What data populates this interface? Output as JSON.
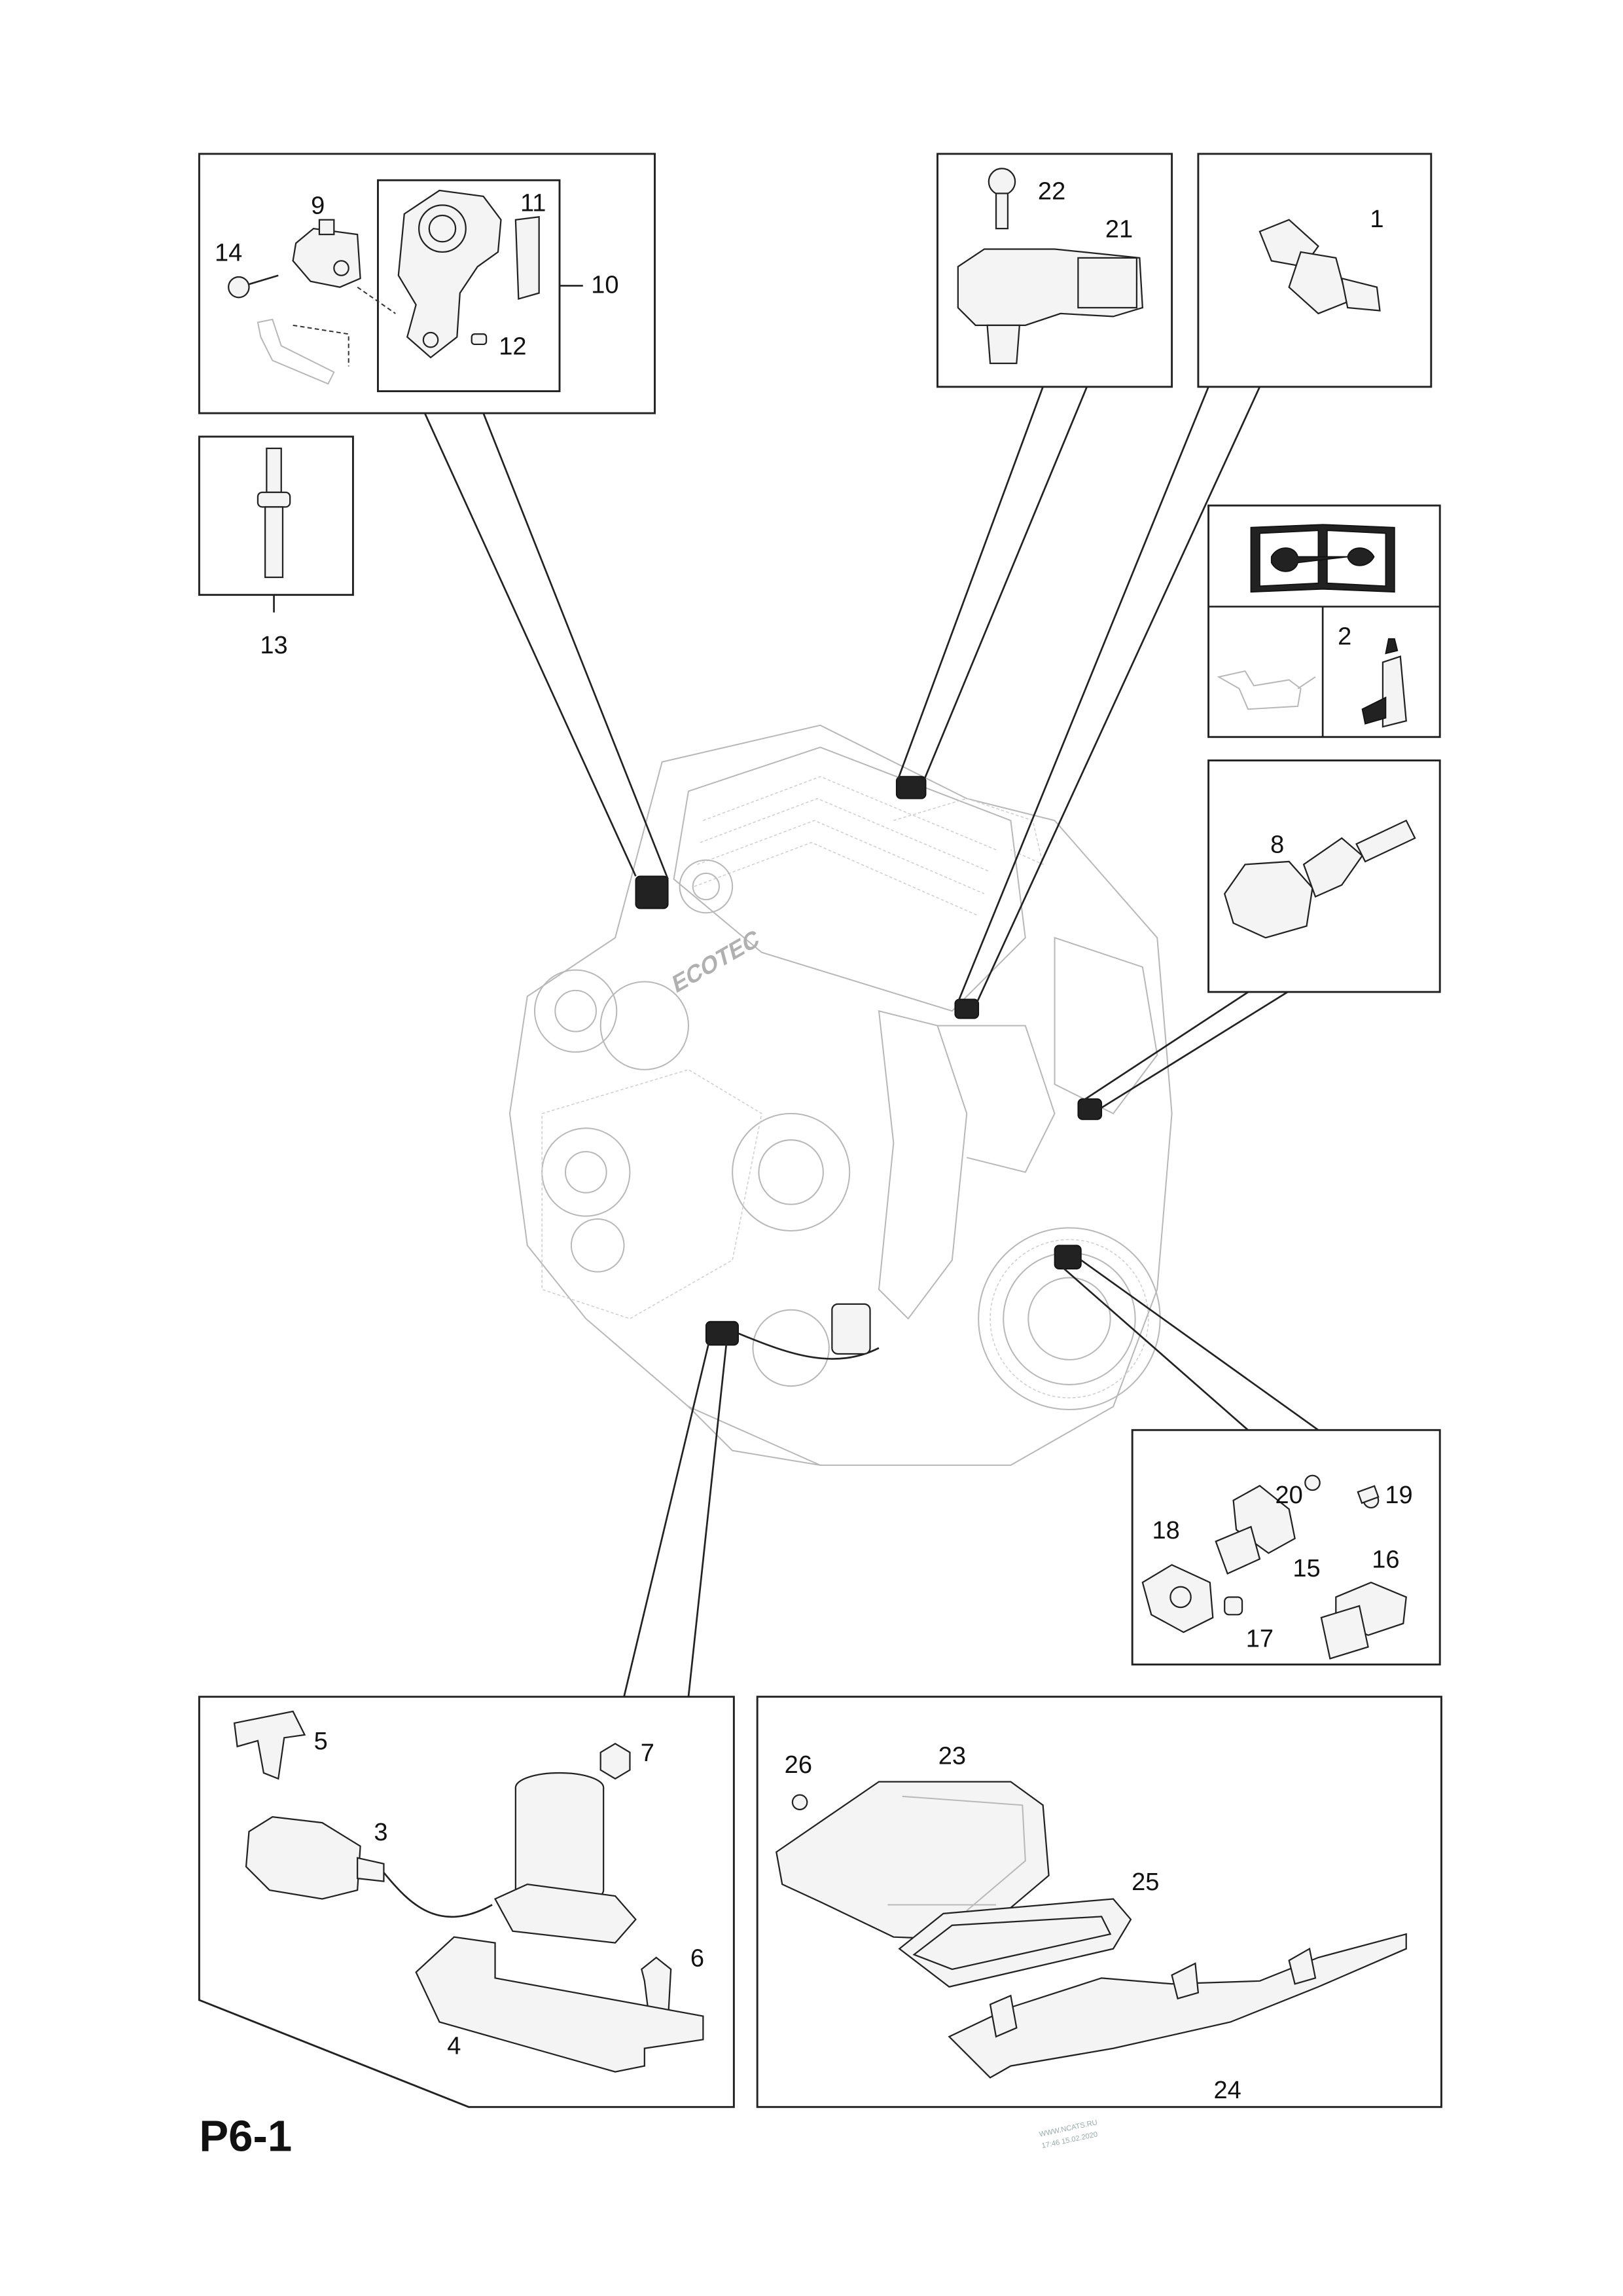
{
  "page_code": "P6-1",
  "callouts": {
    "c1": "1",
    "c2": "2",
    "c3": "3",
    "c4": "4",
    "c5": "5",
    "c6": "6",
    "c7": "7",
    "c8": "8",
    "c9": "9",
    "c10": "10",
    "c11": "11",
    "c12": "12",
    "c13": "13",
    "c14": "14",
    "c15": "15",
    "c16": "16",
    "c17": "17",
    "c18": "18",
    "c19": "19",
    "c20": "20",
    "c21": "21",
    "c22": "22",
    "c23": "23",
    "c24": "24",
    "c25": "25",
    "c26": "26"
  },
  "engine_badge": "ECOTEC",
  "watermark": {
    "line1": "WWW.NCATS.RU",
    "line2": "17:46 15.02.2020"
  },
  "icons": {
    "manual": "book-wrench-icon",
    "oil": "oil-can-icon",
    "sealant": "sealant-tube-icon"
  }
}
